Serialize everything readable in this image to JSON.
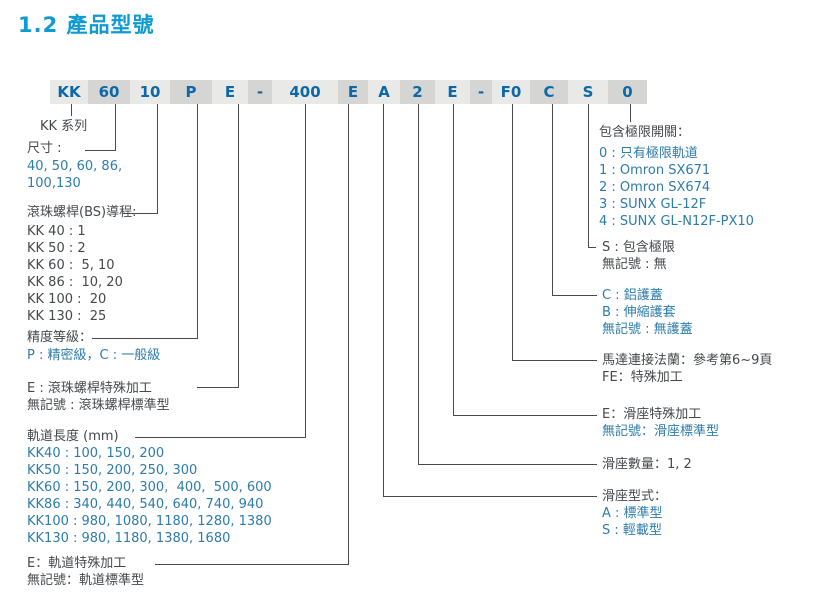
{
  "title": "1.2 產品型號",
  "model_code": {
    "segments": [
      "KK",
      "60",
      "10",
      "P",
      "E",
      "-",
      "400",
      "E",
      "A",
      "2",
      "E",
      "-",
      "F0",
      "C",
      "S",
      "0"
    ]
  },
  "annotations": {
    "series": {
      "label": "KK 系列"
    },
    "size": {
      "header": "尺寸 :",
      "values": [
        "40, 50, 60, 86,",
        "100,130"
      ]
    },
    "lead": {
      "header": "滾珠螺桿(BS)導程:",
      "rows": [
        "KK 40 : 1",
        "KK 50 : 2",
        "KK 60 :  5, 10",
        "KK 86 :  10, 20",
        "KK 100 :  20",
        "KK 130 :  25"
      ]
    },
    "precision": {
      "header": "精度等級：",
      "value": "P : 精密級，C : 一般級"
    },
    "screw_special": {
      "line1": "E : 滾珠螺桿特殊加工",
      "line2": "無記號 : 滾珠螺桿標準型"
    },
    "rail_length": {
      "header": "軌道長度 (mm)",
      "rows": [
        "KK40 : 100, 150, 200",
        "KK50 : 150, 200, 250, 300",
        "KK60 : 150, 200, 300,  400,  500, 600",
        "KK86 : 340, 440, 540, 640, 740, 940",
        "KK100 : 980, 1080, 1180, 1280, 1380",
        "KK130 : 980, 1180, 1380, 1680"
      ]
    },
    "rail_special": {
      "line1": "E：軌道特殊加工",
      "line2": "無記號：軌道標準型"
    },
    "limit_switch": {
      "header": "包含極限開關：",
      "rows": [
        "0 : 只有極限軌道",
        "1 : Omron SX671",
        "2 : Omron SX674",
        "3 : SUNX GL-12F",
        "4 : SUNX GL-N12F-PX10"
      ]
    },
    "limit": {
      "line1": "S : 包含極限",
      "line2": "無記號 : 無"
    },
    "cover": {
      "rows": [
        "C : 鋁護蓋",
        "B : 伸縮護套",
        "無記號 : 無護蓋"
      ]
    },
    "motor_flange": {
      "line1": "馬達連接法蘭：參考第6~9頁",
      "line2": "FE：特殊加工"
    },
    "slide_special": {
      "line1": "E：滑座特殊加工",
      "line2": "無記號：滑座標準型"
    },
    "slide_qty": {
      "line": "滑座數量：1, 2"
    },
    "slide_type": {
      "header": "滑座型式：",
      "rows": [
        "A : 標準型",
        "S : 輕載型"
      ]
    }
  },
  "colors": {
    "title_accent": "#0e9ad2",
    "text_dark": "#45494c",
    "text_blue": "#2d7cab",
    "code_text": "#0d68a7",
    "box_light": "#e9e9e7",
    "box_dark": "#d5d5d3",
    "leader_line": "#4a4a4a"
  }
}
